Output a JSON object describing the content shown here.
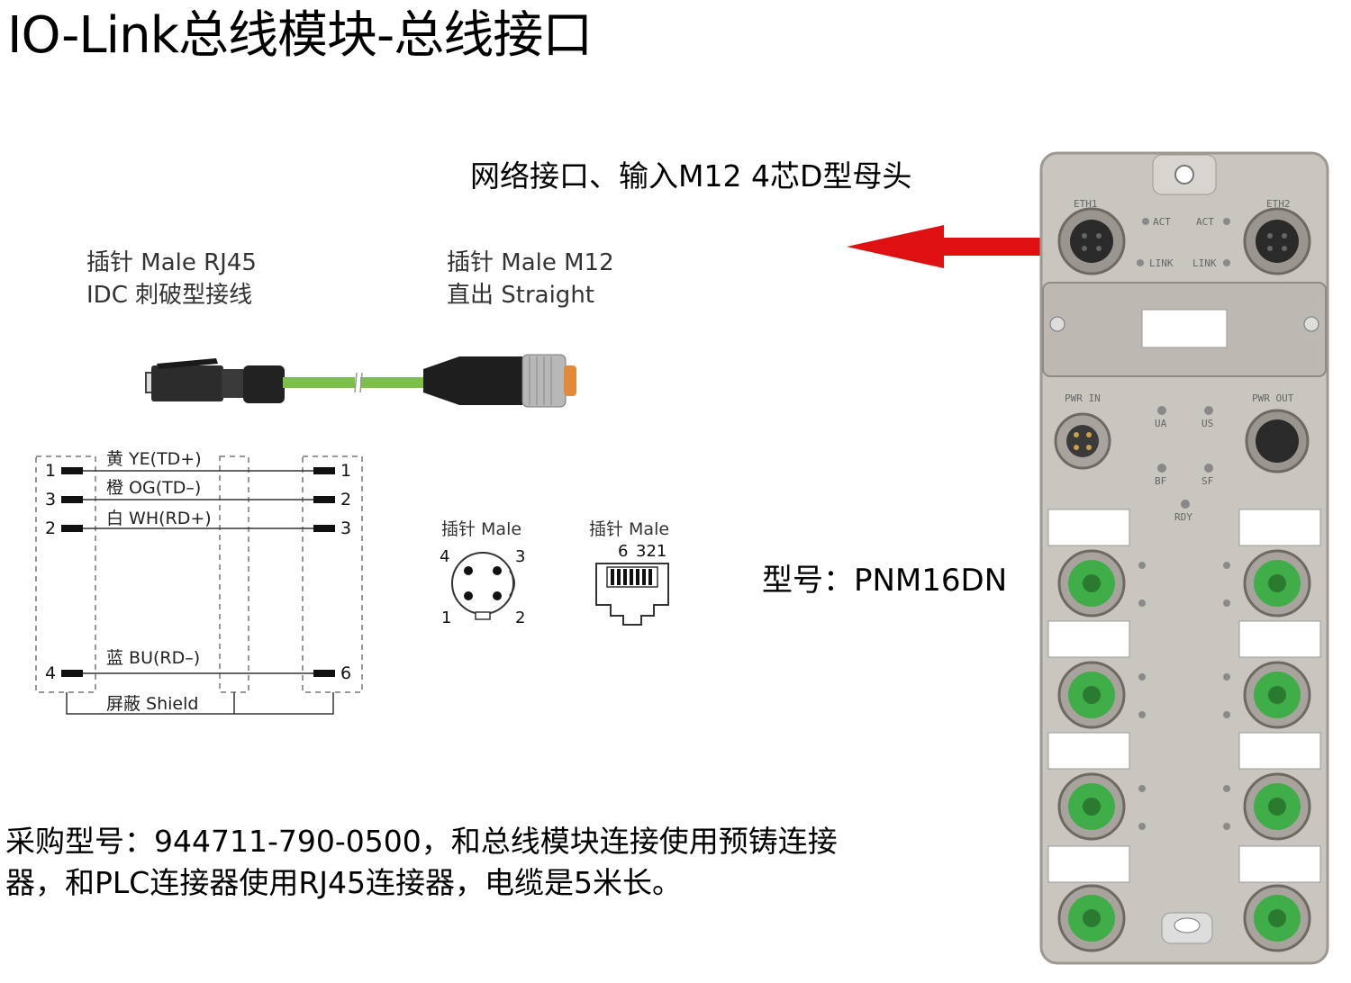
{
  "title": "IO-Link总线模块-总线接口",
  "network_port_label": "网络接口、输入M12   4芯D型母头",
  "cable": {
    "rj45_line1": "插针 Male RJ45",
    "rj45_line2": "IDC 刺破型接线",
    "m12_line1": "插针 Male M12",
    "m12_line2": "直出 Straight"
  },
  "wiring": {
    "wires": [
      {
        "label": "黄 YE(TD+)",
        "left_pin": "1",
        "right_pin": "1"
      },
      {
        "label": "橙 OG(TD–)",
        "left_pin": "3",
        "right_pin": "2"
      },
      {
        "label": "白 WH(RD+)",
        "left_pin": "2",
        "right_pin": "3"
      },
      {
        "label": "蓝 BU(RD–)",
        "left_pin": "4",
        "right_pin": "6"
      }
    ],
    "shield_label": "屏蔽 Shield"
  },
  "pinout": {
    "m12_header": "插针 Male",
    "m12_pins": [
      "4",
      "3",
      "1",
      "2"
    ],
    "rj45_header": "插针 Male",
    "rj45_pins_6": "6",
    "rj45_pins_321": "321"
  },
  "model_label": "型号：PNM16DN",
  "note": {
    "line1": "采购型号：944711-790-0500，和总线模块连接使用预铸连接",
    "line2": "器，和PLC连接器使用RJ45连接器，电缆是5米长。"
  },
  "device": {
    "eth1": "ETH1",
    "eth2": "ETH2",
    "act": "ACT",
    "link": "LINK",
    "pwr_in": "PWR IN",
    "pwr_out": "PWR OUT",
    "ua": "UA",
    "us": "US",
    "bf": "BF",
    "sf": "SF",
    "rdy": "RDY"
  },
  "colors": {
    "arrow": "#dd1111",
    "cable": "#7cc04a",
    "m12_green": "#3fae49",
    "housing": "#c9c5bf"
  }
}
